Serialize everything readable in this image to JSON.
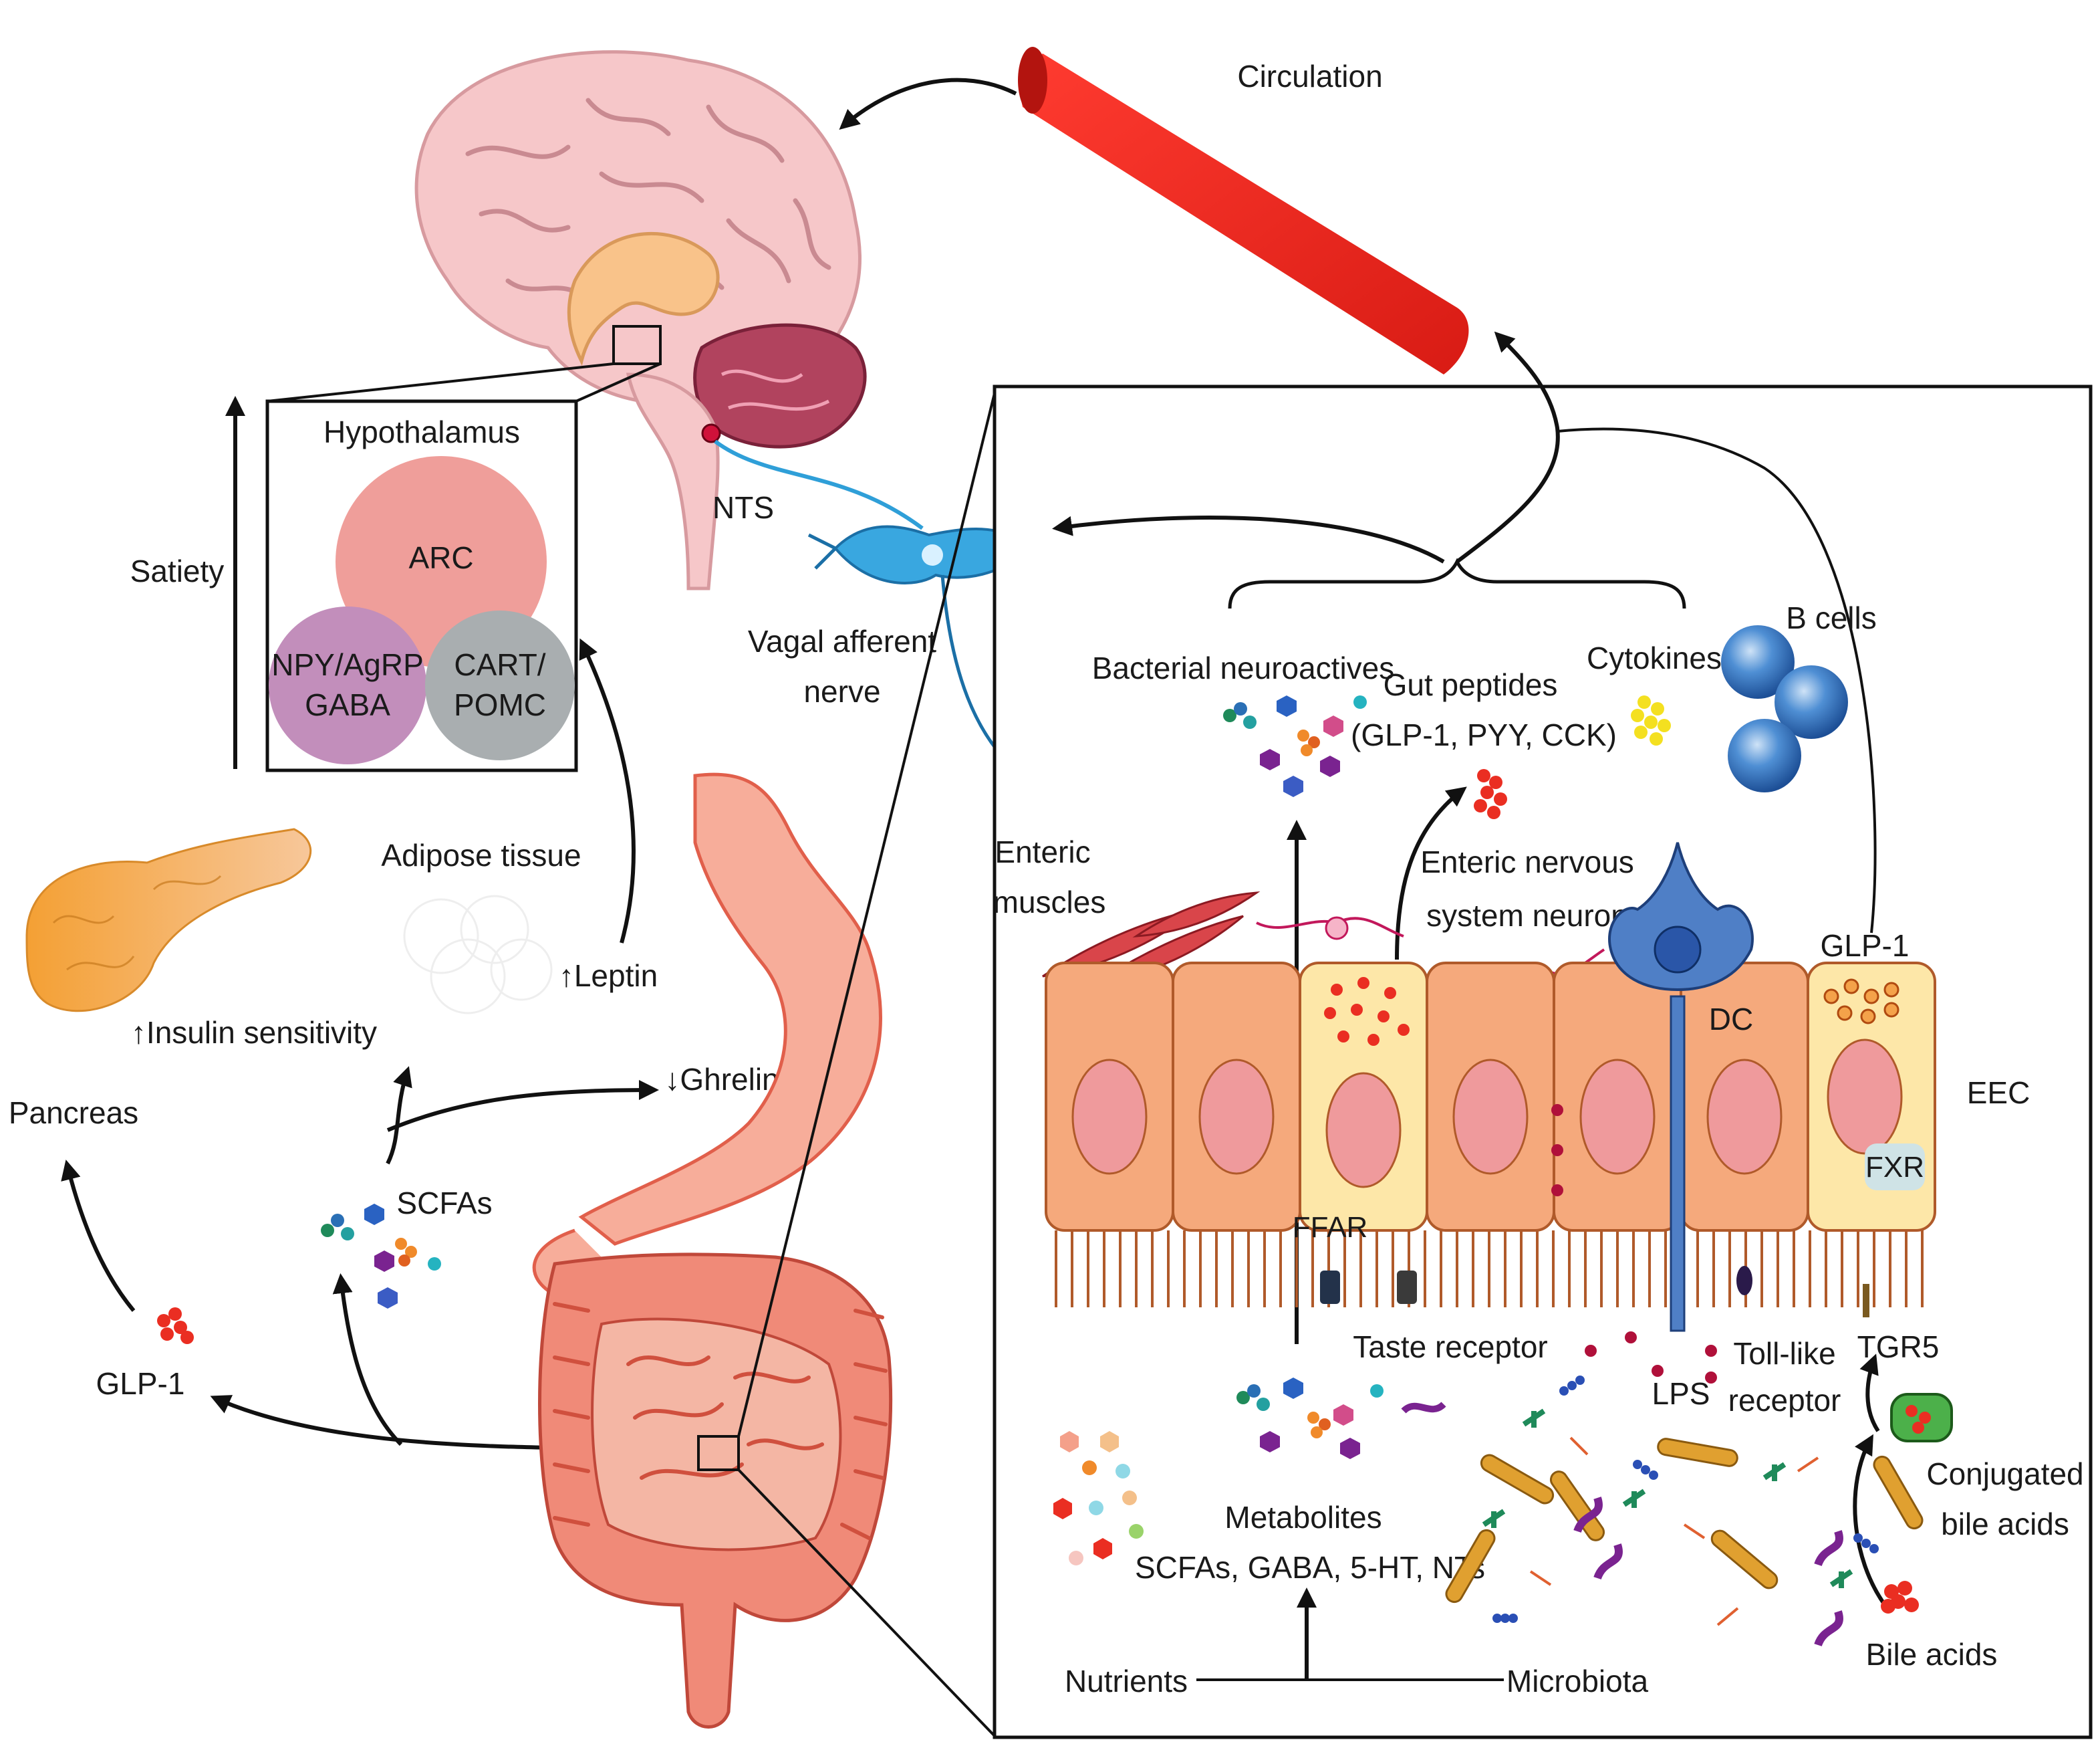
{
  "labels": {
    "circulation": "Circulation",
    "nts": "NTS",
    "hypothalamus": "Hypothalamus",
    "arc": "ARC",
    "npy_line1": "NPY/AgRP",
    "npy_line2": "GABA",
    "cart_line1": "CART/",
    "cart_line2": "POMC",
    "satiety": "Satiety",
    "vagal_line1": "Vagal afferent",
    "vagal_line2": "nerve",
    "adipose": "Adipose tissue",
    "leptin": "↑Leptin",
    "insulin": "↑Insulin sensitivity",
    "pancreas": "Pancreas",
    "ghrelin": "↓Ghrelin",
    "scfas": "SCFAs",
    "glp1_left": "GLP-1",
    "bacterial": "Bacterial neuroactives",
    "gut_peptides_line1": "Gut peptides",
    "gut_peptides_line2": "(GLP-1, PYY, CCK)",
    "cytokines": "Cytokines",
    "bcells": "B cells",
    "enteric_muscles_line1": "Enteric",
    "enteric_muscles_line2": "muscles",
    "ens_line1": "Enteric nervous",
    "ens_line2": "system neuron",
    "glp1_right": "GLP-1",
    "dc": "DC",
    "eec": "EEC",
    "fxr": "FXR",
    "ffar": "FFAR",
    "taste_receptor": "Taste receptor",
    "lps": "LPS",
    "toll_line1": "Toll-like",
    "toll_line2": "receptor",
    "tgr5": "TGR5",
    "conjugated_line1": "Conjugated",
    "conjugated_line2": "bile acids",
    "metabolites_line1": "Metabolites",
    "metabolites_line2": "SCFAs, GABA, 5-HT, NTs",
    "bile_acids": "Bile acids",
    "nutrients": "Nutrients",
    "microbiota": "Microbiota"
  },
  "colors": {
    "brain": "#f6c7c9",
    "vessel": "#ee2b24",
    "arc": "#ef9e9a",
    "npy": "#c28ebb",
    "cart": "#a9aeb0",
    "epithelial": "#f5a97c",
    "eec": "#fde7a8",
    "nucleus": "#ef9a9c",
    "dc": "#4f7fc6",
    "neuron": "#2f9fd8",
    "bcell": "#2e6eb5",
    "pancreas": "#f0a23c",
    "gut": "#f08a78",
    "bacteria_rod": "#e0a030"
  }
}
